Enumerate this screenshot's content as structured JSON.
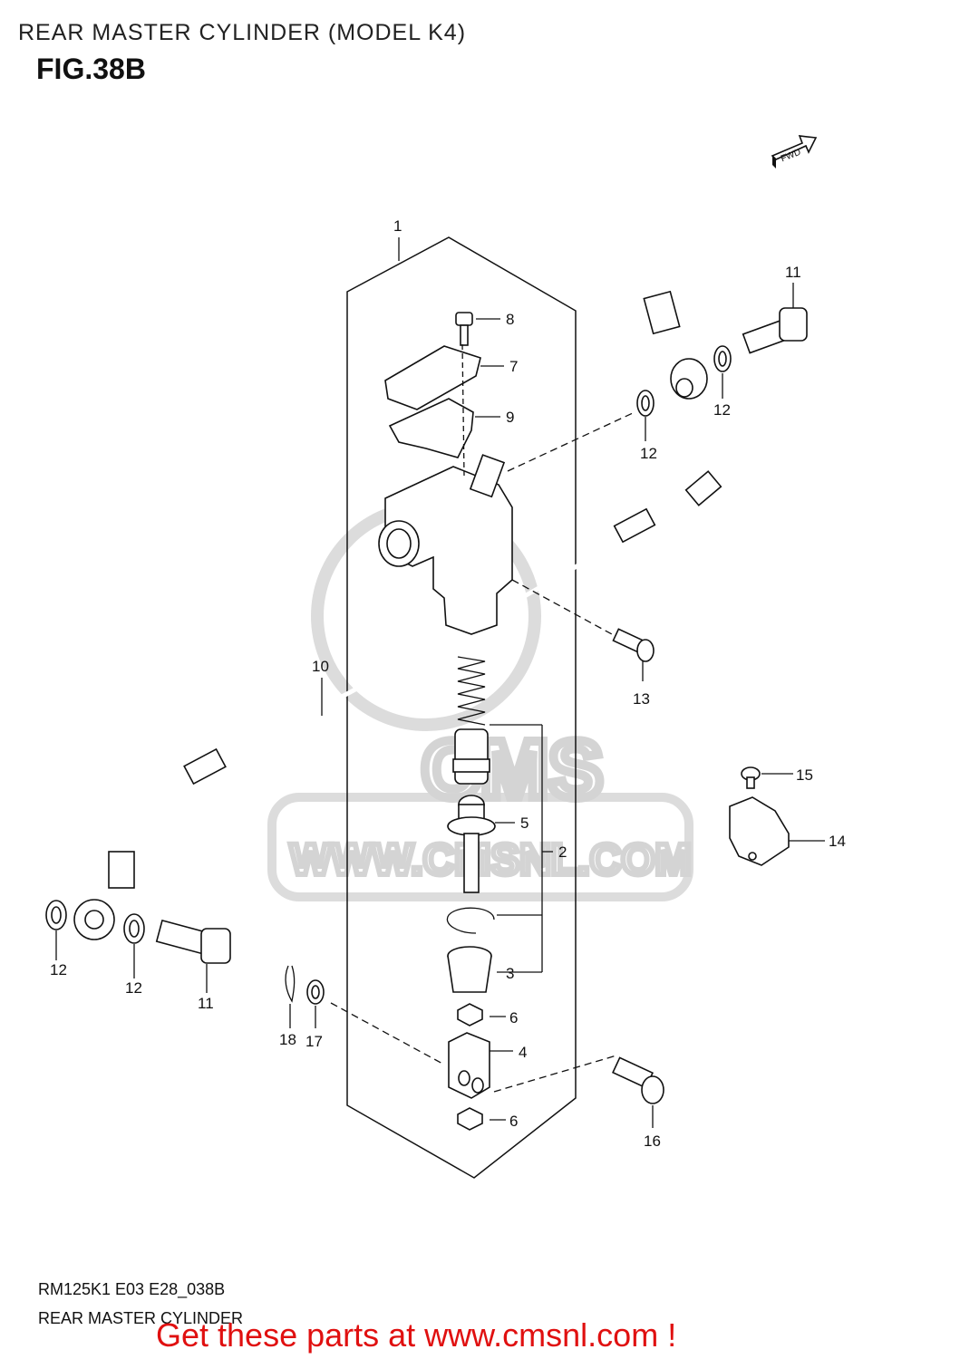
{
  "page_title": "REAR MASTER CYLINDER (MODEL K4)",
  "figure_label": "FIG.38B",
  "fwd_label": "FWD",
  "watermark": {
    "logo": "CMS",
    "url": "WWW.CMSNL.COM"
  },
  "callouts": [
    {
      "id": "c1",
      "text": "1"
    },
    {
      "id": "c2",
      "text": "2"
    },
    {
      "id": "c3",
      "text": "3"
    },
    {
      "id": "c4",
      "text": "4"
    },
    {
      "id": "c5",
      "text": "5"
    },
    {
      "id": "c6a",
      "text": "6"
    },
    {
      "id": "c6b",
      "text": "6"
    },
    {
      "id": "c7",
      "text": "7"
    },
    {
      "id": "c8",
      "text": "8"
    },
    {
      "id": "c9",
      "text": "9"
    },
    {
      "id": "c10",
      "text": "10"
    },
    {
      "id": "c11a",
      "text": "11"
    },
    {
      "id": "c11b",
      "text": "11"
    },
    {
      "id": "c12a",
      "text": "12"
    },
    {
      "id": "c12b",
      "text": "12"
    },
    {
      "id": "c12c",
      "text": "12"
    },
    {
      "id": "c12d",
      "text": "12"
    },
    {
      "id": "c13",
      "text": "13"
    },
    {
      "id": "c14",
      "text": "14"
    },
    {
      "id": "c15",
      "text": "15"
    },
    {
      "id": "c16",
      "text": "16"
    },
    {
      "id": "c17",
      "text": "17"
    },
    {
      "id": "c18",
      "text": "18"
    }
  ],
  "footer": {
    "code": "RM125K1 E03 E28_038B",
    "caption": "REAR MASTER CYLINDER",
    "promo": "Get these parts at www.cmsnl.com !"
  }
}
